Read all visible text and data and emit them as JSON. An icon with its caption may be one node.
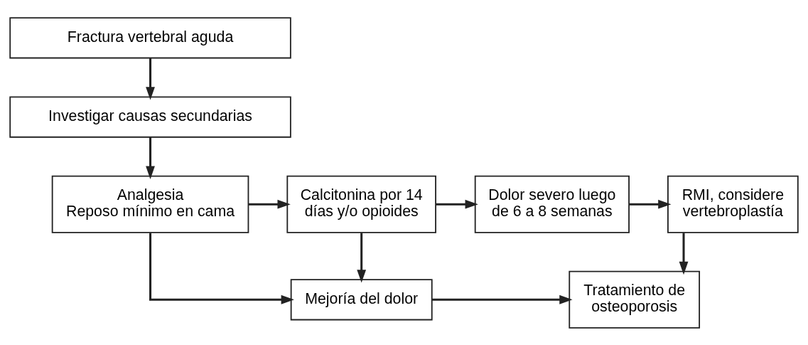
{
  "diagram": {
    "nodes": [
      {
        "text": [
          "Fractura vertebral aguda"
        ]
      },
      {
        "text": [
          "Investigar causas secundarias"
        ]
      },
      {
        "text": [
          "Analgesia",
          "Reposo mínimo en cama"
        ]
      },
      {
        "text": [
          "Calcitonina por 14 días y/o opioides"
        ]
      },
      {
        "text": [
          "Dolor severo luego de 6 a 8 semanas"
        ]
      },
      {
        "text": [
          "RMI, considere vertebroplastía"
        ]
      },
      {
        "text": [
          "Mejoría del dolor"
        ]
      },
      {
        "text": [
          "Tratamiento de osteoporosis"
        ]
      }
    ],
    "edges": [
      {
        "from": 0,
        "to": 1,
        "arrow": "to"
      },
      {
        "from": 1,
        "to": 2,
        "arrow": "to"
      },
      {
        "from": 2,
        "to": 3,
        "arrow": "to"
      },
      {
        "from": 3,
        "to": 4,
        "arrow": "to"
      },
      {
        "from": 4,
        "to": 5,
        "arrow": "to"
      },
      {
        "from": 3,
        "to": 6,
        "arrow": "to"
      },
      {
        "from": 2,
        "to": 6,
        "arrow": "to"
      },
      {
        "from": 6,
        "to": 7,
        "arrow": "to"
      },
      {
        "from": 5,
        "to": 7,
        "arrow": "to"
      }
    ]
  }
}
